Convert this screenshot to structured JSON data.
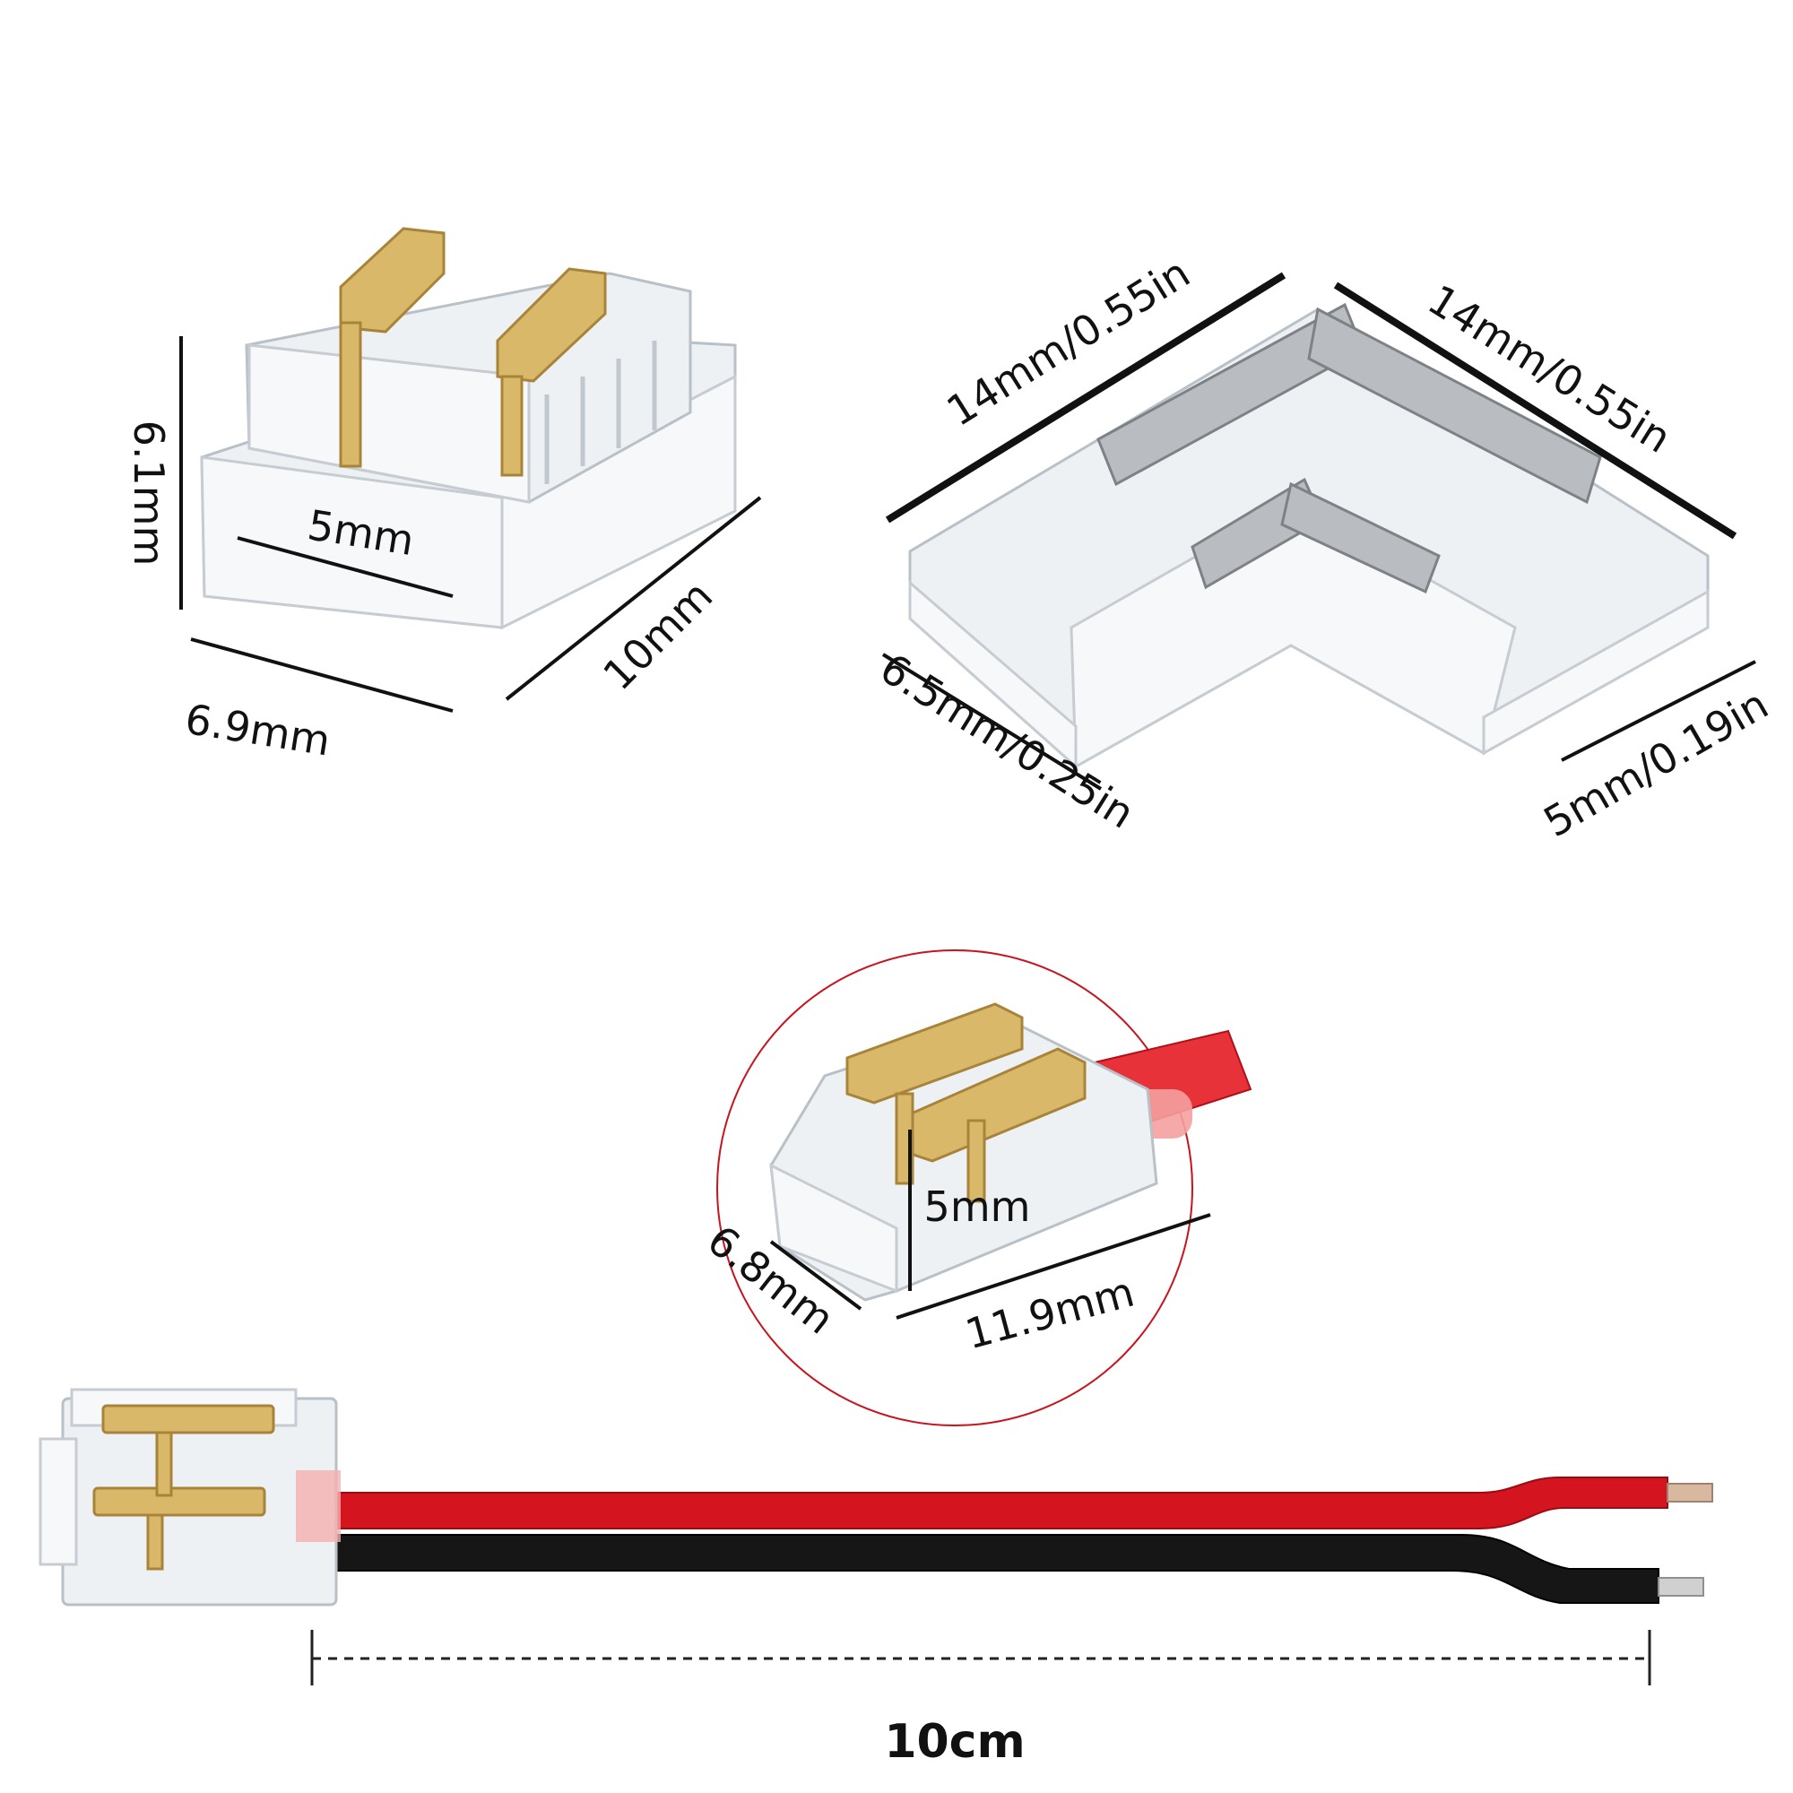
{
  "connector_straight": {
    "height_label": "6.1mm",
    "pitch_label": "5mm",
    "width_label": "6.9mm",
    "length_label": "10mm"
  },
  "connector_l": {
    "arm1_label": "14mm/0.55in",
    "arm2_label": "14mm/0.55in",
    "left_width_label": "6.5mm/0.25in",
    "right_width_label": "5mm/0.19in"
  },
  "detail_callout": {
    "pitch_label": "5mm",
    "width_label": "6.8mm",
    "length_label": "11.9mm"
  },
  "cable": {
    "length_label": "10cm",
    "wire_colors": [
      "#d4141e",
      "#161616"
    ]
  },
  "colors": {
    "callout_circle": "#c8141e",
    "pin_gold": "#d9b86a"
  }
}
